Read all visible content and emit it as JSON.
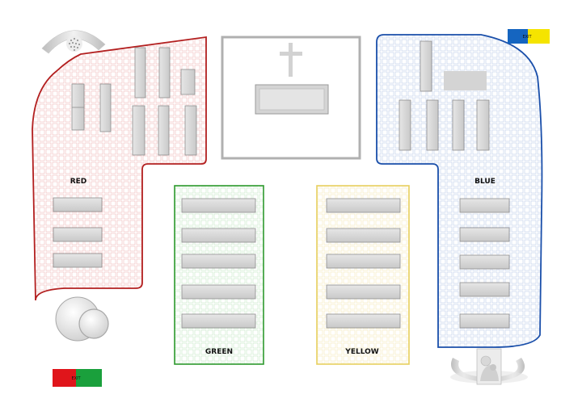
{
  "zones": {
    "red": {
      "label": "RED",
      "stroke": "#b32020",
      "grid": "#f0b8b8"
    },
    "green": {
      "label": "GREEN",
      "stroke": "#2e9a2e",
      "grid": "#bfe3bf"
    },
    "yellow": {
      "label": "YELLOW",
      "stroke": "#e8d060",
      "grid": "#f5ecb0"
    },
    "blue": {
      "label": "BLUE",
      "stroke": "#1a4faa",
      "grid": "#b9c8e8"
    }
  },
  "exits": {
    "top_right": {
      "label": "EXIT",
      "colors": [
        "#1565c0",
        "#f5e400"
      ]
    },
    "bottom_left": {
      "label": "EXIT",
      "colors": [
        "#e0151b",
        "#1aa03c"
      ]
    }
  },
  "icons": {
    "cross": "cross-icon",
    "altar": "altar-icon",
    "font": "baptismal-font-icon",
    "icon_painting": "religious-icon-painting",
    "flower": "flower-arrangement-icon"
  }
}
